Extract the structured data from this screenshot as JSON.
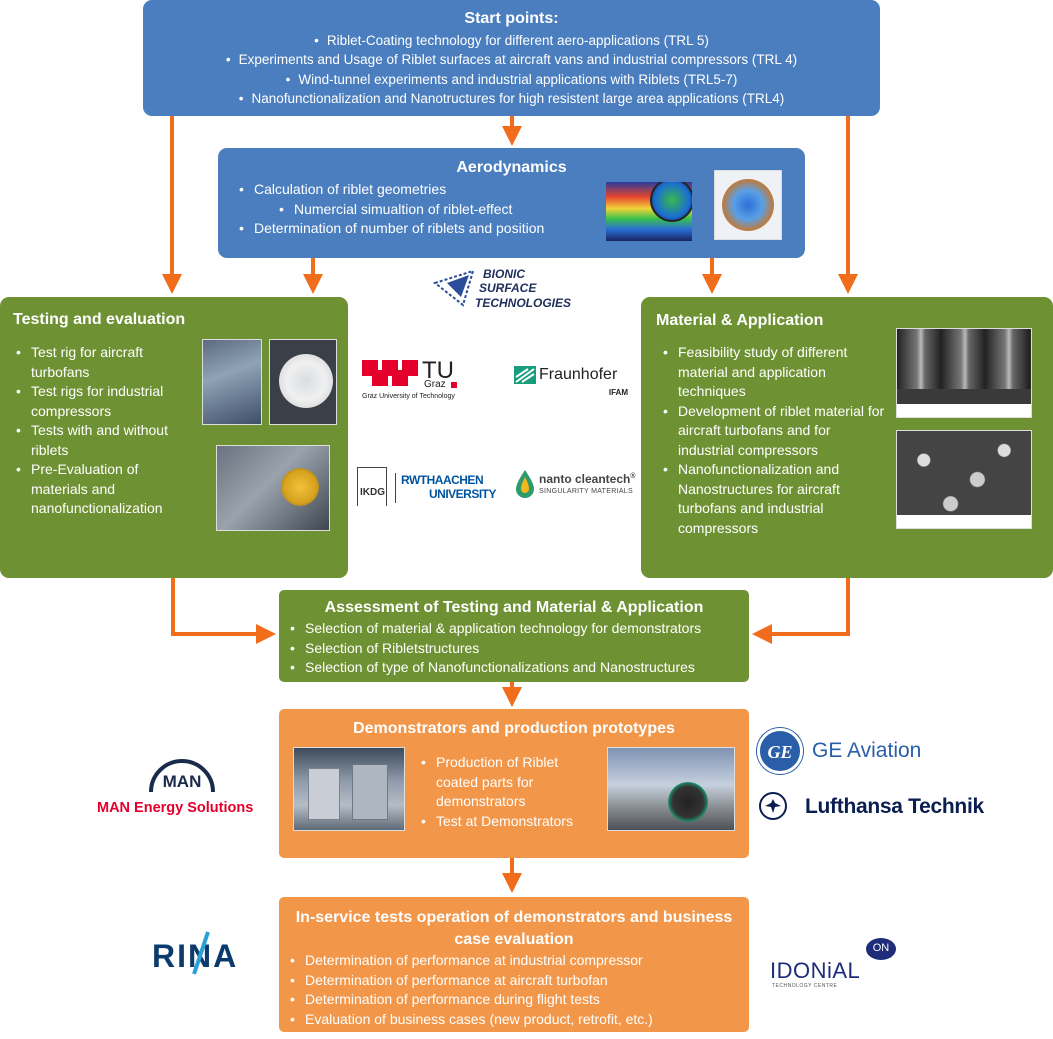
{
  "colors": {
    "blue": "#4a7ebf",
    "green": "#6e9233",
    "orange": "#f2974a",
    "arrow": "#f26d1b"
  },
  "start": {
    "title": "Start points:",
    "items": [
      "Riblet-Coating technology for different aero-applications (TRL 5)",
      "Experiments and Usage of Riblet surfaces at aircraft vans and industrial compressors (TRL 4)",
      "Wind-tunnel experiments and industrial applications with Riblets (TRL5-7)",
      "Nanofunctionalization and Nanotructures for high resistent large area applications (TRL4)"
    ]
  },
  "aero": {
    "title": "Aerodynamics",
    "items": [
      "Calculation of riblet geometries",
      "Numercial simualtion of riblet-effect",
      "Determination of number of riblets and position"
    ]
  },
  "testing": {
    "title": "Testing and evaluation",
    "items": [
      "Test rig for aircraft turbofans",
      "Test rigs for industrial compressors",
      "Tests with and without riblets",
      "Pre-Evaluation of materials and nanofunctionalization"
    ]
  },
  "material": {
    "title": "Material & Application",
    "items": [
      "Feasibility study of different material and application techniques",
      "Development of riblet material for aircraft turbofans and for industrial compressors",
      "Nanofunctionalization and Nanostructures for aircraft turbofans and industrial compressors"
    ]
  },
  "assessment": {
    "title": "Assessment of Testing and Material & Application",
    "items": [
      "Selection of material & application technology for demonstrators",
      "Selection of Ribletstructures",
      "Selection of type of Nanofunctionalizations and Nanostructures"
    ]
  },
  "demo": {
    "title": "Demonstrators and production prototypes",
    "items": [
      "Production of Riblet coated parts for demonstrators",
      "Test at Demonstrators"
    ]
  },
  "inservice": {
    "title": "In-service tests operation of demonstrators and business case evaluation",
    "items": [
      "Determination of performance at industrial compressor",
      "Determination of performance at aircraft turbofan",
      "Determination of performance during flight tests",
      "Evaluation of business cases (new product, retrofit, etc.)"
    ]
  },
  "logos": {
    "bionic": [
      "BIONIC",
      "SURFACE",
      "TECHNOLOGIES"
    ],
    "tugraz": {
      "tu": "TU",
      "graz": "Graz",
      "sub": "Graz University of Technology"
    },
    "fraunhofer": {
      "name": "Fraunhofer",
      "sub": "IFAM"
    },
    "ikdg": "IKDG",
    "rwth": {
      "top": "RWTHAACHEN",
      "bottom": "UNIVERSITY"
    },
    "nanto": {
      "name": "nanto cleantech",
      "reg": "®",
      "sub": "SINGULARITY MATERIALS"
    },
    "man": {
      "mark": "MAN",
      "name": "MAN Energy Solutions"
    },
    "ge": {
      "mark": "GE",
      "name": "GE Aviation"
    },
    "lufthansa": "Lufthansa Technik",
    "rina": "RINA",
    "idonial": {
      "name": "IDONiAL",
      "on": "ON",
      "sub": "TECHNOLOGY CENTRE"
    }
  }
}
